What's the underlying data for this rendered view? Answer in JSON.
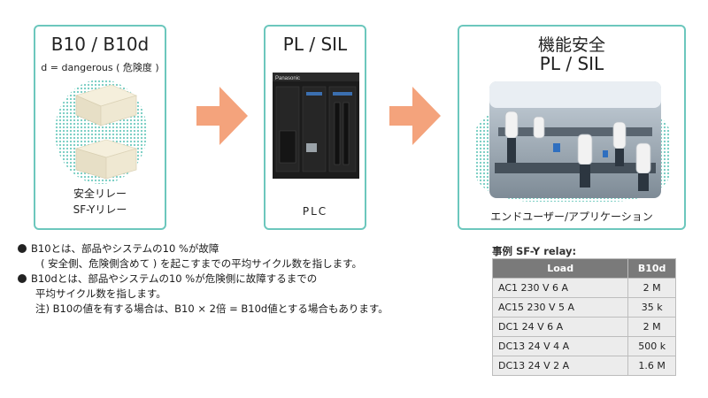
{
  "panels": {
    "b10": {
      "title": "B10 / B10d",
      "subtitle": "d = dangerous ( 危険度 )",
      "label_line1": "安全リレー",
      "label_line2": "SF-Yリレー"
    },
    "plc": {
      "title": "PL / SIL",
      "label": "PLC",
      "brand": "Panasonic"
    },
    "fs": {
      "title_line1": "機能安全",
      "title_line2": "PL / SIL",
      "label": "エンドユーザー/アプリケーション"
    }
  },
  "notes": {
    "line1": "B10とは、部品やシステムの10 %が故障",
    "line2": "( 安全側、危険側含めて ) を起こすまでの平均サイクル数を指します。",
    "line3": "B10dとは、部品やシステムの10 %が危険側に故障するまでの",
    "line4": "平均サイクル数を指します。",
    "line5": "注) B10の値を有する場合は、B10 × 2倍 = B10d値とする場合もあります。"
  },
  "table": {
    "title": "事例 SF-Y relay:",
    "headers": [
      "Load",
      "B10d"
    ],
    "rows": [
      [
        "AC1 230 V 6 A",
        "2 M"
      ],
      [
        "AC15 230 V 5 A",
        "35 k"
      ],
      [
        "DC1 24 V 6 A",
        "2 M"
      ],
      [
        "DC13 24 V 4 A",
        "500 k"
      ],
      [
        "DC13 24 V 2 A",
        "1.6 M"
      ]
    ]
  },
  "colors": {
    "panel_border": "#6cc7bd",
    "arrow": "#f4a37c",
    "table_header": "#7a7a7a",
    "table_cell": "#ececec"
  },
  "icons": [
    "relay-block-icon",
    "plc-module-icon",
    "robot-factory-image",
    "arrow-right-icon"
  ]
}
